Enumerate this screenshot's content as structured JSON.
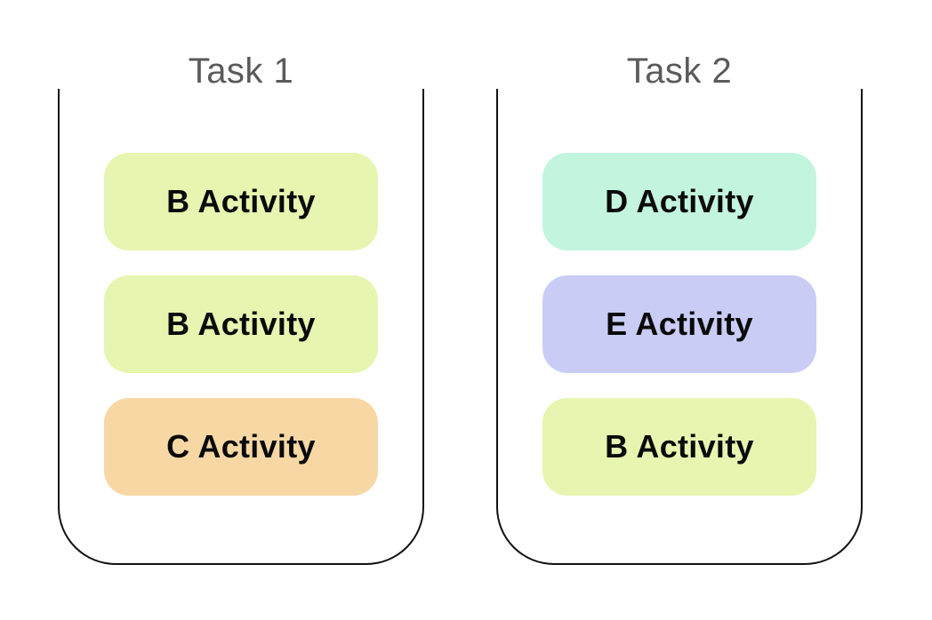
{
  "page": {
    "background_color": "#ffffff"
  },
  "diagram": {
    "type": "task-stack-diagram",
    "title_color": "#5a5a5a",
    "border_color": "#111111",
    "label_color": "#0a0a0a",
    "tasks": [
      {
        "title": "Task 1",
        "activities": [
          {
            "label": "B Activity",
            "color": "#E6F5B0"
          },
          {
            "label": "B Activity",
            "color": "#E6F5B0"
          },
          {
            "label": "C Activity",
            "color": "#F7D8A5"
          }
        ]
      },
      {
        "title": "Task 2",
        "activities": [
          {
            "label": "D Activity",
            "color": "#C3F5DE"
          },
          {
            "label": "E Activity",
            "color": "#C9CDF5"
          },
          {
            "label": "B Activity",
            "color": "#E6F5B0"
          }
        ]
      }
    ]
  }
}
